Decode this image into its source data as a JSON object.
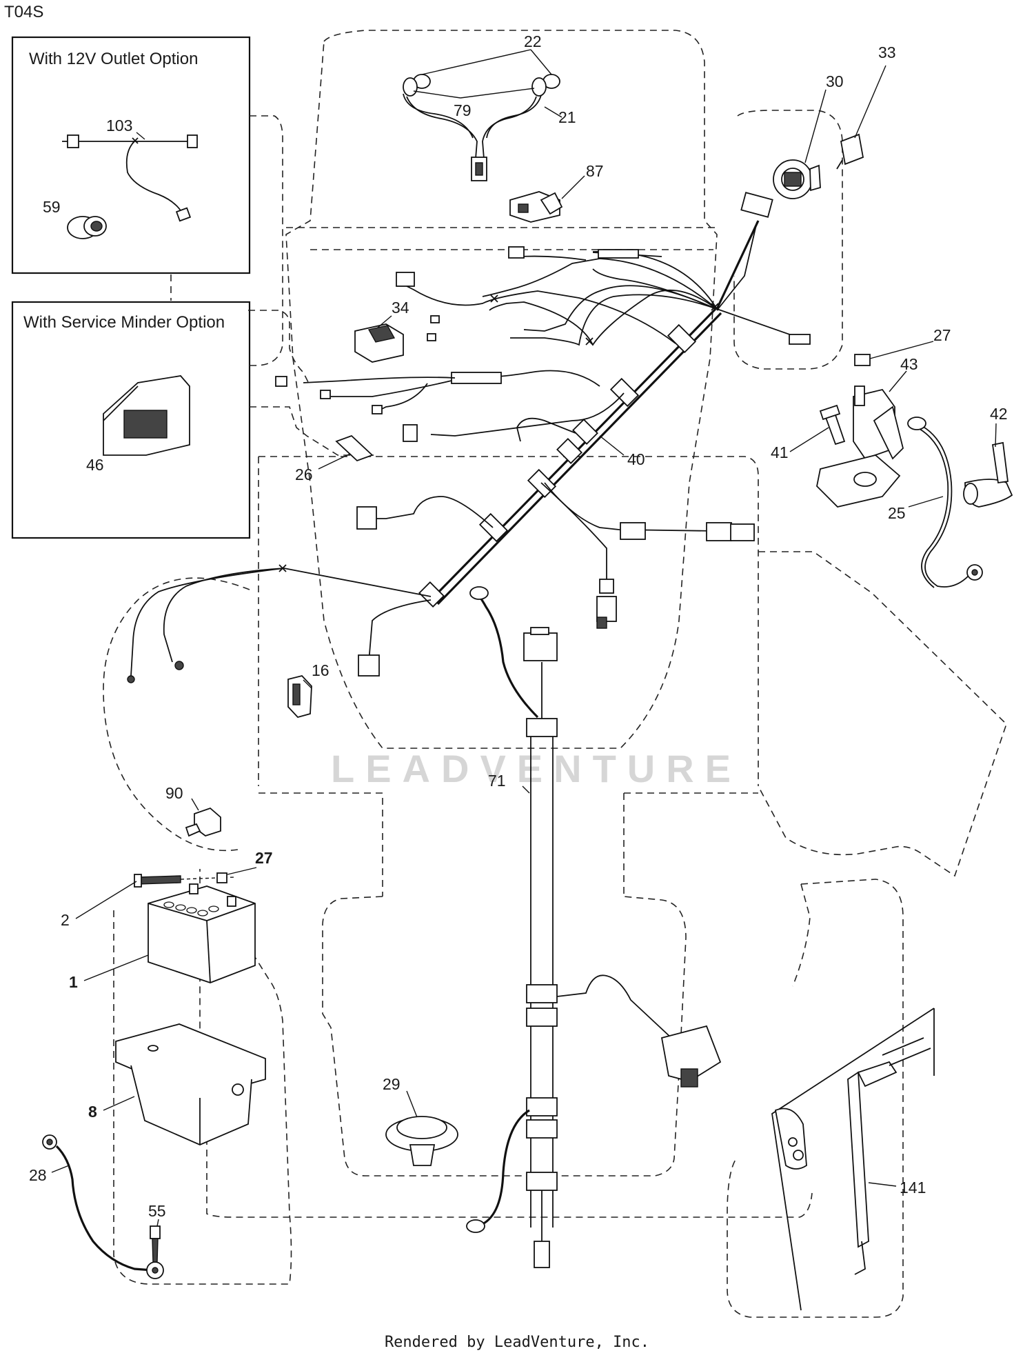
{
  "page_id": "T04S",
  "options": {
    "outlet_12v": "With 12V Outlet Option",
    "service_minder": "With Service Minder Option"
  },
  "footer": "Rendered by LeadVenture, Inc.",
  "watermark": "LEADVENTURE",
  "callouts": [
    {
      "id": "c-22",
      "label": "22"
    },
    {
      "id": "c-79",
      "label": "79"
    },
    {
      "id": "c-21",
      "label": "21"
    },
    {
      "id": "c-87",
      "label": "87"
    },
    {
      "id": "c-30",
      "label": "30"
    },
    {
      "id": "c-33",
      "label": "33"
    },
    {
      "id": "c-34",
      "label": "34"
    },
    {
      "id": "c-27a",
      "label": "27"
    },
    {
      "id": "c-43",
      "label": "43"
    },
    {
      "id": "c-42",
      "label": "42"
    },
    {
      "id": "c-41",
      "label": "41"
    },
    {
      "id": "c-25",
      "label": "25"
    },
    {
      "id": "c-40",
      "label": "40"
    },
    {
      "id": "c-26",
      "label": "26"
    },
    {
      "id": "c-103",
      "label": "103"
    },
    {
      "id": "c-59",
      "label": "59"
    },
    {
      "id": "c-46",
      "label": "46"
    },
    {
      "id": "c-16",
      "label": "16"
    },
    {
      "id": "c-71",
      "label": "71"
    },
    {
      "id": "c-90",
      "label": "90"
    },
    {
      "id": "c-27b",
      "label": "27"
    },
    {
      "id": "c-2",
      "label": "2"
    },
    {
      "id": "c-1",
      "label": "1"
    },
    {
      "id": "c-8",
      "label": "8"
    },
    {
      "id": "c-29",
      "label": "29"
    },
    {
      "id": "c-28",
      "label": "28"
    },
    {
      "id": "c-55",
      "label": "55"
    },
    {
      "id": "c-141",
      "label": "141"
    }
  ]
}
